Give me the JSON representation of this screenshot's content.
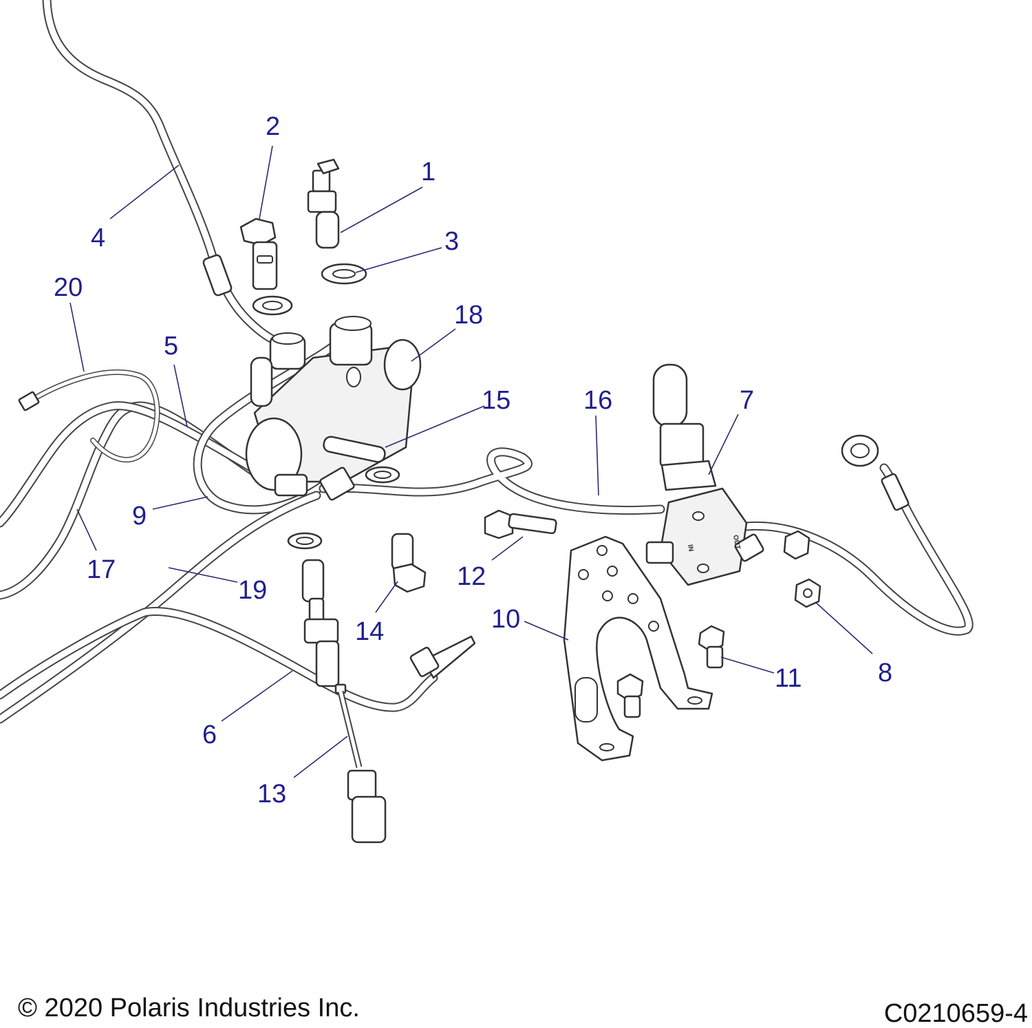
{
  "callouts": {
    "c1": "1",
    "c2": "2",
    "c3": "3",
    "c4": "4",
    "c5": "5",
    "c6": "6",
    "c7": "7",
    "c8": "8",
    "c9": "9",
    "c10": "10",
    "c11": "11",
    "c12": "12",
    "c13": "13",
    "c14": "14",
    "c15": "15",
    "c16": "16",
    "c17": "17",
    "c18": "18",
    "c19": "19",
    "c20": "20"
  },
  "valve_marks": {
    "in": "IN",
    "out": "OUT"
  },
  "footer": {
    "copyright": "© 2020 Polaris Industries Inc.",
    "drawing_number": "C0210659-4"
  },
  "colors": {
    "callout": "#1f1f8c",
    "linework": "#333333",
    "background": "#ffffff"
  }
}
